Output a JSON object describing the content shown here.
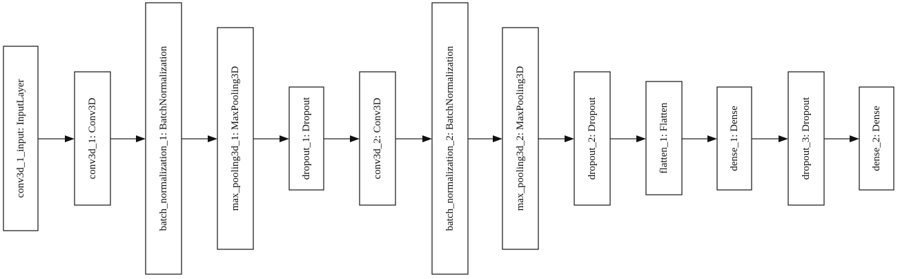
{
  "diagram": {
    "nodes": [
      {
        "id": "n1",
        "label": "conv3d_1_input: InputLayer"
      },
      {
        "id": "n2",
        "label": "conv3d_1: Conv3D"
      },
      {
        "id": "n3",
        "label": "batch_normalization_1: BatchNormalization"
      },
      {
        "id": "n4",
        "label": "max_pooling3d_1: MaxPooling3D"
      },
      {
        "id": "n5",
        "label": "dropout_1: Dropout"
      },
      {
        "id": "n6",
        "label": "conv3d_2: Conv3D"
      },
      {
        "id": "n7",
        "label": "batch_normalization_2: BatchNormalization"
      },
      {
        "id": "n8",
        "label": "max_pooling3d_2: MaxPooling3D"
      },
      {
        "id": "n9",
        "label": "dropout_2: Dropout"
      },
      {
        "id": "n10",
        "label": "flatten_1: Flatten"
      },
      {
        "id": "n11",
        "label": "dense_1: Dense"
      },
      {
        "id": "n12",
        "label": "dropout_3: Dropout"
      },
      {
        "id": "n13",
        "label": "dense_2: Dense"
      }
    ],
    "edges": [
      [
        "n1",
        "n2"
      ],
      [
        "n2",
        "n3"
      ],
      [
        "n3",
        "n4"
      ],
      [
        "n4",
        "n5"
      ],
      [
        "n5",
        "n6"
      ],
      [
        "n6",
        "n7"
      ],
      [
        "n7",
        "n8"
      ],
      [
        "n8",
        "n9"
      ],
      [
        "n9",
        "n10"
      ],
      [
        "n10",
        "n11"
      ],
      [
        "n11",
        "n12"
      ],
      [
        "n12",
        "n13"
      ]
    ]
  }
}
